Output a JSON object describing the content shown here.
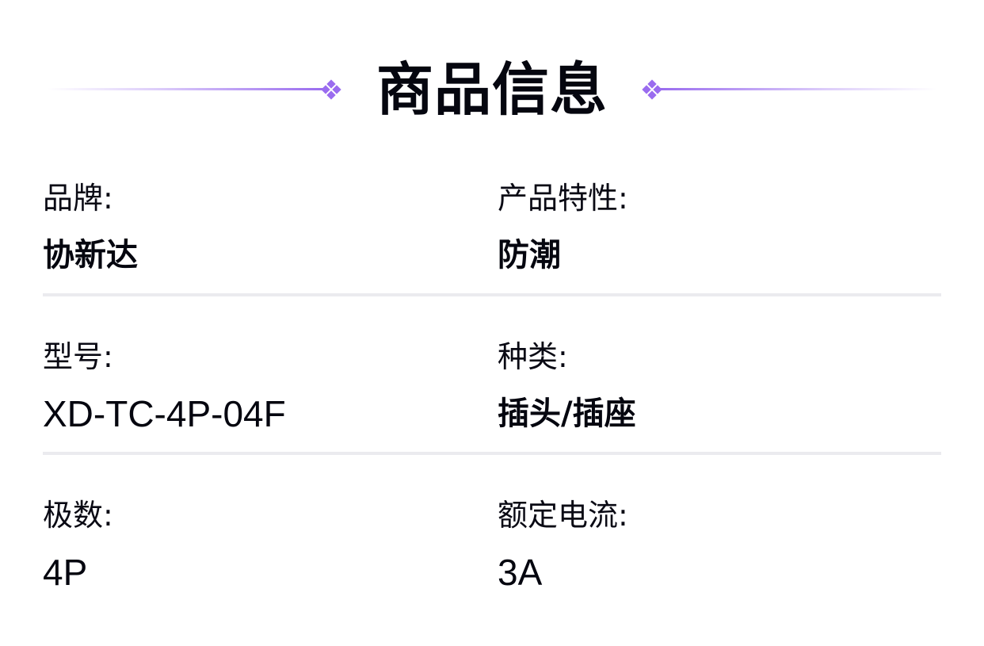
{
  "header": {
    "title": "商品信息",
    "accent_color": "#9a6cef",
    "left_ornament_icon": "diamond-cluster-icon",
    "right_ornament_icon": "diamond-cluster-icon"
  },
  "specs": {
    "rows": [
      {
        "items": [
          {
            "label": "品牌:",
            "value": "协新达"
          },
          {
            "label": "产品特性:",
            "value": "防潮"
          }
        ]
      },
      {
        "items": [
          {
            "label": "型号:",
            "value": "XD-TC-4P-04F"
          },
          {
            "label": "种类:",
            "value": "插头/插座"
          }
        ]
      },
      {
        "items": [
          {
            "label": "极数:",
            "value": "4P"
          },
          {
            "label": "额定电流:",
            "value": "3A"
          }
        ]
      }
    ]
  },
  "divider_color": "#ebebef"
}
